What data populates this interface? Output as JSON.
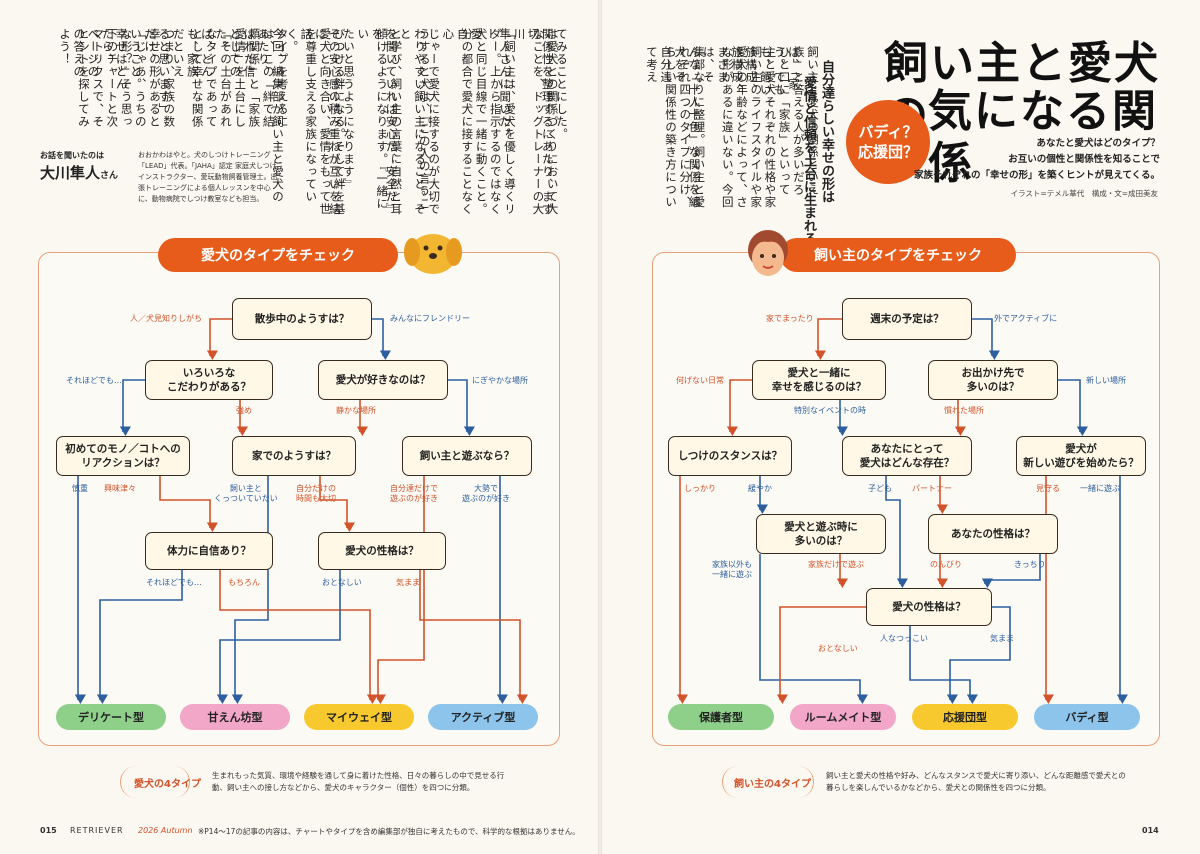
{
  "left_page": {
    "body_columns": [
      "てみることにした。",
      "関係性を整理するにあたり、まず",
      "は愛犬との関係づくりにおいて大切",
      "なことを、ドッグトレーナーの大川",
      "隼人さんに聞いた。",
      "「飼い主は、愛犬を優しく導くリー",
      "ダー。上から指示するのではなく愛",
      "犬と同じ目線で一緒に動くこと。自",
      "分の都合で愛犬に接することなく心",
      "じゃーで愛犬に接するのが大切で",
      "わりやすい飼い主になること。そ",
      "うすると犬は、『この人の言うこと",
      "を聞いていれば安心だ、安全だ』",
      "と学び、飼い主の言葉に自然と耳を",
      "傾けるようになります。『一緒にい",
      "たいと思うようになります』",
      "その安心感の積み重ねが互いを結",
      "びつける絆になる。そして絆を基に",
      "愛犬と向き合い、愛情をもって世話",
      "を尊重し支える家族になっていく。",
      "今回、編集部が飼い主と愛犬の",
      "タイプを考えるにあたり、",
      "は、この「絆で結ばれた信",
      "頼関係」と「家族としての",
      "愛情」を土台にした。",
      "「その土台があれば、どん",
      "なタイプであっても、家族",
      "として幸せな関係だといえ",
      "ると思います」",
      "つまり、家族の数だけ、",
      "幸せの形があるということ。",
      "「じゃあ、うちの幸せはどん",
      "な形？」そう思ったら、",
      "下のチャートと次ページの",
      "マトリクスで、その答えの",
      "ヒントを探してみよう！"
    ],
    "expert_label": "お話を聞いたのは",
    "expert_name": "大川隼人",
    "expert_suffix": "さん",
    "expert_bio": "おおかわはやと。犬のしつけトレーニング「LEAD」代表。「JAHA」認定 家庭犬しつけインストラクター、愛玩動物飼養管理士。出張トレーニングによる個人レッスンを中心に、動物病院でしつけ教室なども担当。",
    "chart_title": "愛犬のタイプをチェック",
    "nodes": {
      "q1": "散歩中のようすは？",
      "q2": "いろいろな\nこだわりがある？",
      "q3": "愛犬が好きなのは？",
      "q4": "初めてのモノ／コトへの\nリアクションは？",
      "q5": "家でのようすは？",
      "q6": "飼い主と遊ぶなら？",
      "q7": "体力に自信あり？",
      "q8": "愛犬の性格は？"
    },
    "labels": {
      "q1_left": "人／犬見知りしがち",
      "q1_right": "みんなにフレンドリー",
      "q2_left": "それほどでも…",
      "q2_right": "強め",
      "q3_left": "静かな場所",
      "q3_right": "にぎやかな場所",
      "q4_left": "慎重",
      "q4_right": "興味津々",
      "q5_left": "飼い主と\nくっついていたい",
      "q5_right": "自分だけの\n時間も大切",
      "q6_left": "自分達だけで\n遊ぶのが好き",
      "q6_right": "大勢で\n遊ぶのが好き",
      "q7_left": "それほどでも…",
      "q7_right": "もちろん",
      "q8_left": "おとなしい",
      "q8_right": "気まま"
    },
    "results": [
      "デリケート型",
      "甘えん坊型",
      "マイウェイ型",
      "アクティブ型"
    ],
    "foot_label": "愛犬の4タイプ",
    "foot_text": "生まれもった気質、環境や経験を通して身に着けた性格、日々の暮らしの中で見せる行動、飼い主への接し方などから、愛犬のキャラクター（個性）を四つに分類。",
    "page_number": "015",
    "magazine": "RETRIEVER",
    "issue": "2026 Autumn",
    "disclaimer": "※P14～17の記事の内容は、チャートやタイプを含め編集部が独自に考えたもので、科学的な根拠はありません。"
  },
  "right_page": {
    "title_line1": "飼い主と愛犬の",
    "title_line2": "気になる関係",
    "badge": "バディ？\n応援団？",
    "lead": "あなたと愛犬はどのタイプ？\nお互いの個性と関係性を知ることで\n家族それぞれの「幸せの形」を築くヒントが見えてくる。",
    "credit": "イラスト=テメル華代　構成・文=成田美友",
    "vertical_heading": [
      "自分達らしい幸せの形は",
      "愛情と信頼を土台に生まれる"
    ],
    "body_columns": [
      "飼い主と愛犬の関係といえば、「家",
      "族」と答える人が多いだろう。でも",
      "ひと口に「家族」といっても、飼い",
      "主と愛犬それぞれの性格や家族構成、",
      "飼い主のライフスタイルや家族構成、",
      "愛犬の年齢などによって、さまざま",
      "な形があるに違いない。今回は、そ",
      "んな「十人十色」な関係を編",
      "集部なりに整理。飼い主と愛犬をそ",
      "れぞれ四つのタイプに分け、自分達",
      "らしい関係性の築き方について考え"
    ],
    "chart_title": "飼い主のタイプをチェック",
    "nodes": {
      "q1": "週末の予定は？",
      "q2": "愛犬と一緒に\n幸せを感じるのは？",
      "q3": "お出かけ先で\n多いのは？",
      "q4": "しつけのスタンスは？",
      "q5": "あなたにとって\n愛犬はどんな存在？",
      "q6": "愛犬が\n新しい遊びを始めたら？",
      "q7": "愛犬と遊ぶ時に\n多いのは？",
      "q8": "あなたの性格は？",
      "q9": "愛犬の性格は？"
    },
    "labels": {
      "q1_left": "家でまったり",
      "q1_right": "外でアクティブに",
      "q2_left": "何げない日常",
      "q2_right": "特別なイベントの時",
      "q3_left": "慣れた場所",
      "q3_right": "新しい場所",
      "q4_left": "しっかり",
      "q4_right": "緩やか",
      "q5_left": "子ども",
      "q5_right": "パートナー",
      "q6_left": "見守る",
      "q6_right": "一緒に遊ぶ",
      "q7_left": "家族以外も\n一緒に遊ぶ",
      "q7_right": "家族だけで遊ぶ",
      "q8_left": "のんびり",
      "q8_right": "きっちり",
      "q9_left": "おとなしい",
      "q9_mid": "人なつっこい",
      "q9_right": "気まま"
    },
    "results": [
      "保護者型",
      "ルームメイト型",
      "応援団型",
      "バディ型"
    ],
    "foot_label": "飼い主の4タイプ",
    "foot_text": "飼い主と愛犬の性格や好み、どんなスタンスで愛犬に寄り添い、どんな距離感で愛犬との暮らしを楽しんでいるかなどから、愛犬との関係性を四つに分類。",
    "page_number": "014"
  },
  "colors": {
    "orange": "#e85c1b",
    "green": "#8ecf8a",
    "pink": "#f2a6c8",
    "yellow": "#f7c92f",
    "blue": "#8cc4ec",
    "arrow_orange": "#d2532b",
    "arrow_blue": "#2d5fa0"
  }
}
